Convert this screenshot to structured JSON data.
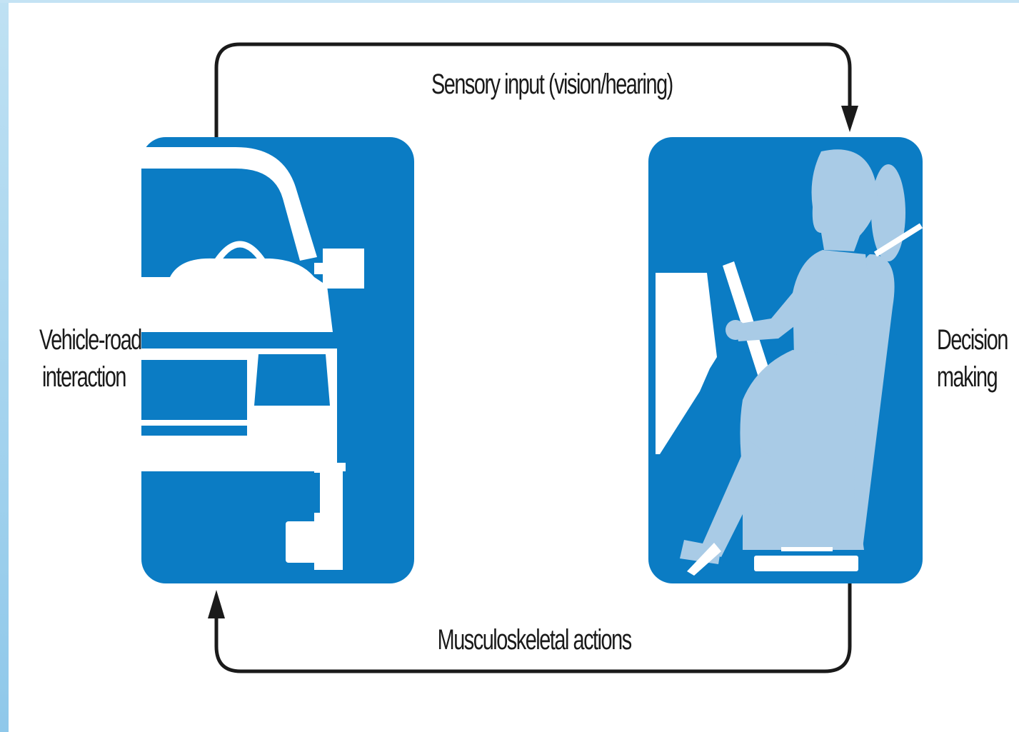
{
  "diagram": {
    "top_arrow_label": "Sensory input (vision/hearing)",
    "bottom_arrow_label": "Musculoskeletal actions",
    "left_label": [
      "Vehicle-road",
      "interaction"
    ],
    "right_label": [
      "Decision",
      "making"
    ]
  },
  "icons": {
    "left_panel": "car-front-icon",
    "right_panel": "seated-driver-icon"
  },
  "colors": {
    "panel_blue": "#0b7cc4",
    "icon_light": "#ffffff",
    "driver_light": "#a9cbe6",
    "arrow": "#1a1a1a",
    "page_edge": "#9fd2ee"
  }
}
